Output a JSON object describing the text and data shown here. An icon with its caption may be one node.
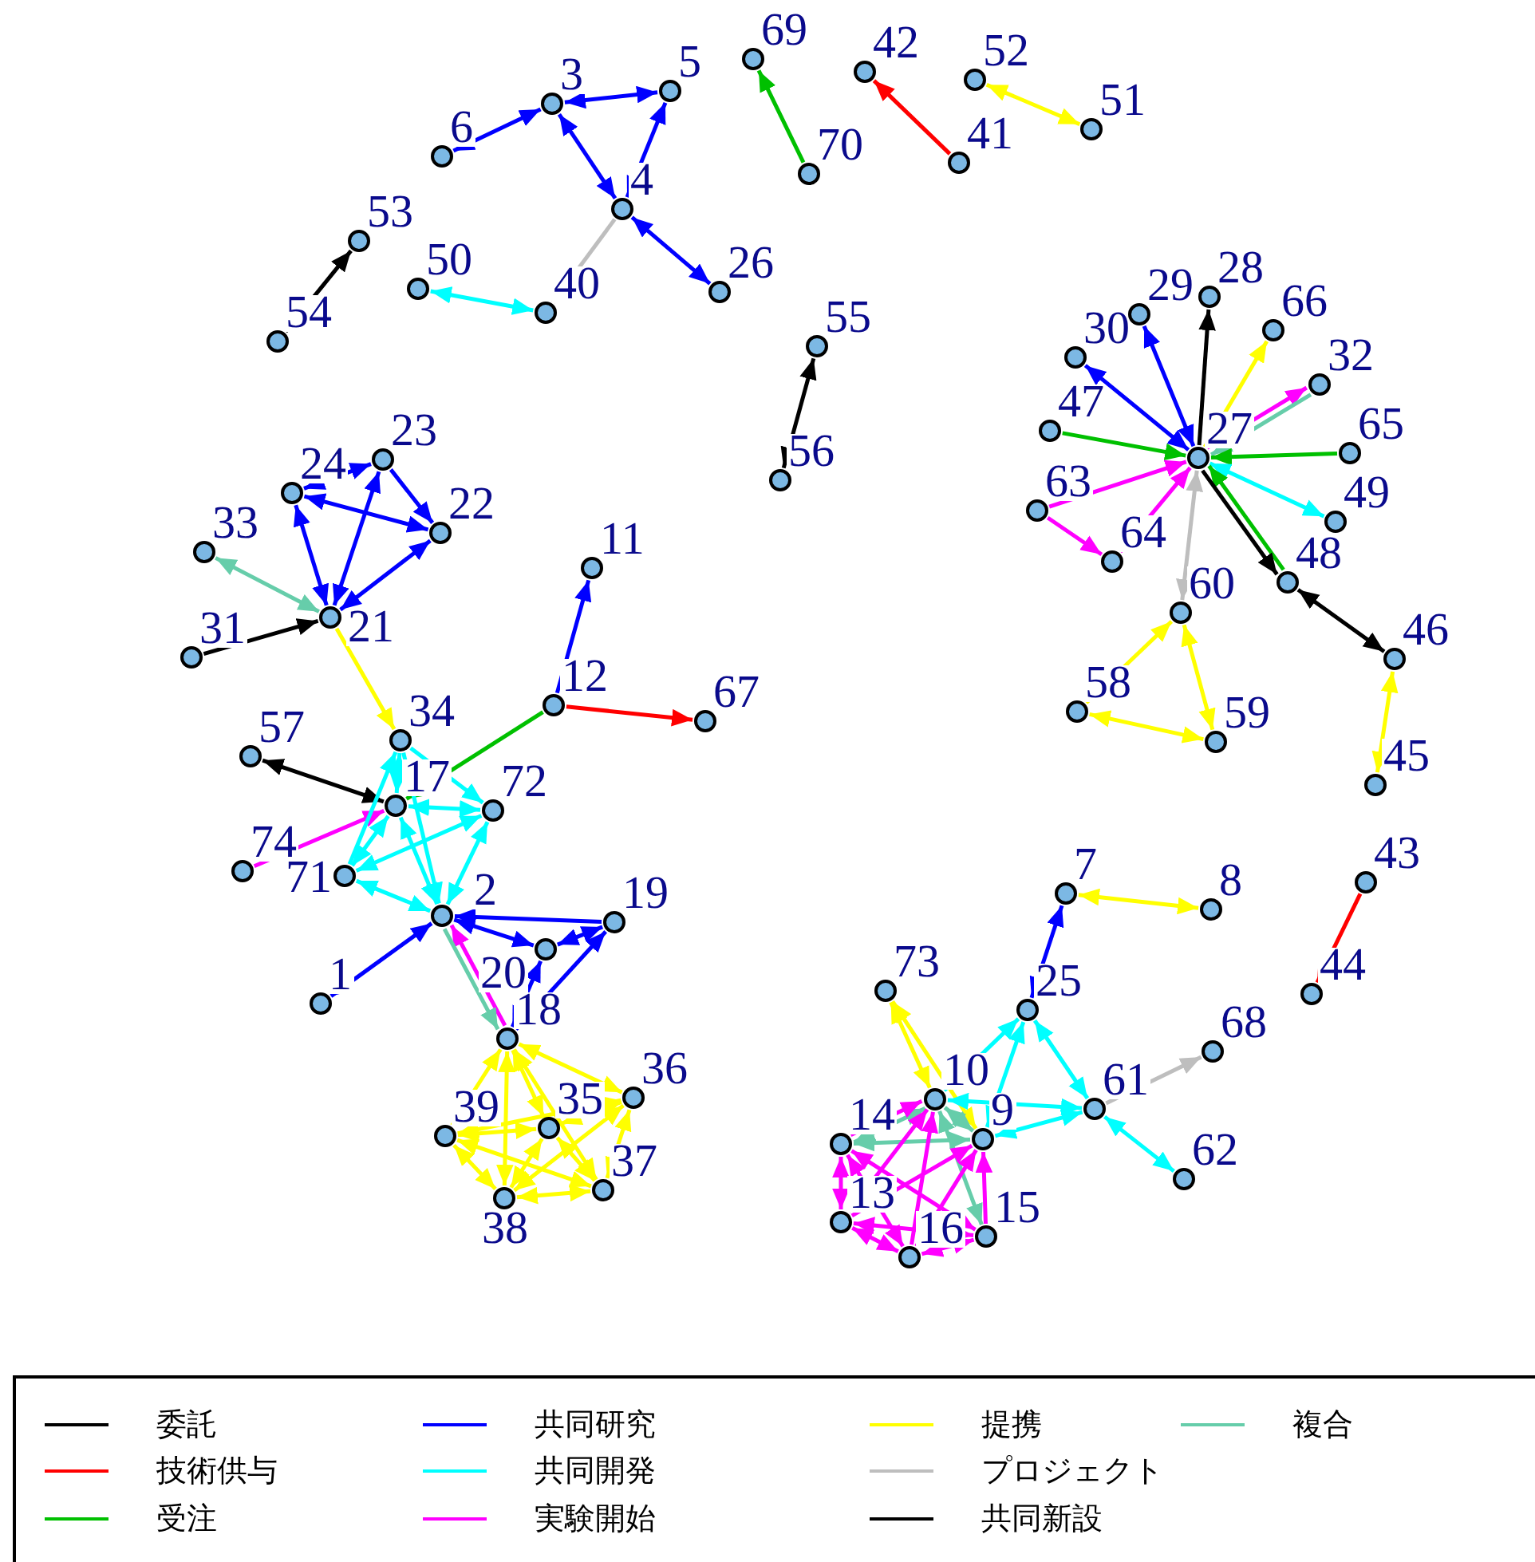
{
  "diagram": {
    "nodes": [
      {
        "text": [],
        "shape": "circle",
        "beside": [
          "1"
        ]
      },
      {
        "text": [],
        "shape": "circle",
        "beside": [
          "2"
        ]
      },
      {
        "text": [],
        "shape": "circle",
        "beside": [
          "3"
        ]
      },
      {
        "text": [],
        "shape": "circle",
        "beside": [
          "4"
        ]
      },
      {
        "text": [],
        "shape": "circle",
        "beside": [
          "5"
        ]
      },
      {
        "text": [],
        "shape": "circle",
        "beside": [
          "6"
        ]
      },
      {
        "text": [],
        "shape": "circle",
        "beside": [
          "7"
        ]
      },
      {
        "text": [],
        "shape": "circle",
        "beside": [
          "8"
        ]
      },
      {
        "text": [],
        "shape": "circle",
        "beside": [
          "9"
        ]
      },
      {
        "text": [],
        "shape": "circle",
        "beside": [
          "10"
        ]
      },
      {
        "text": [],
        "shape": "circle",
        "beside": [
          "11"
        ]
      },
      {
        "text": [],
        "shape": "circle",
        "beside": [
          "12"
        ]
      },
      {
        "text": [],
        "shape": "circle",
        "beside": [
          "13"
        ]
      },
      {
        "text": [],
        "shape": "circle",
        "beside": [
          "14"
        ]
      },
      {
        "text": [],
        "shape": "circle",
        "beside": [
          "15"
        ]
      },
      {
        "text": [],
        "shape": "circle",
        "beside": [
          "16"
        ]
      },
      {
        "text": [],
        "shape": "circle",
        "beside": [
          "17"
        ]
      },
      {
        "text": [],
        "shape": "circle",
        "beside": [
          "18"
        ]
      },
      {
        "text": [],
        "shape": "circle",
        "beside": [
          "19"
        ]
      },
      {
        "text": [],
        "shape": "circle",
        "beside": [
          "20"
        ]
      },
      {
        "text": [],
        "shape": "circle",
        "beside": [
          "21"
        ]
      },
      {
        "text": [],
        "shape": "circle",
        "beside": [
          "22"
        ]
      },
      {
        "text": [],
        "shape": "circle",
        "beside": [
          "23"
        ]
      },
      {
        "text": [],
        "shape": "circle",
        "beside": [
          "24"
        ]
      },
      {
        "text": [],
        "shape": "circle",
        "beside": [
          "25"
        ]
      },
      {
        "text": [],
        "shape": "circle",
        "beside": [
          "26"
        ]
      },
      {
        "text": [],
        "shape": "circle",
        "beside": [
          "27"
        ]
      },
      {
        "text": [],
        "shape": "circle",
        "beside": [
          "28"
        ]
      },
      {
        "text": [],
        "shape": "circle",
        "beside": [
          "29"
        ]
      },
      {
        "text": [],
        "shape": "circle",
        "beside": [
          "30"
        ]
      },
      {
        "text": [],
        "shape": "circle",
        "beside": [
          "31"
        ]
      },
      {
        "text": [],
        "shape": "circle",
        "beside": [
          "32"
        ]
      },
      {
        "text": [],
        "shape": "circle",
        "beside": [
          "33"
        ]
      },
      {
        "text": [],
        "shape": "circle",
        "beside": [
          "34"
        ]
      },
      {
        "text": [],
        "shape": "circle",
        "beside": [
          "35"
        ]
      },
      {
        "text": [],
        "shape": "circle",
        "beside": [
          "36"
        ]
      },
      {
        "text": [],
        "shape": "circle",
        "beside": [
          "37"
        ]
      },
      {
        "text": [],
        "shape": "circle",
        "beside": [
          "38"
        ]
      },
      {
        "text": [],
        "shape": "circle",
        "beside": [
          "39"
        ]
      },
      {
        "text": [],
        "shape": "circle",
        "beside": [
          "40"
        ]
      },
      {
        "text": [],
        "shape": "circle",
        "beside": [
          "41"
        ]
      },
      {
        "text": [],
        "shape": "circle",
        "beside": [
          "42"
        ]
      },
      {
        "text": [],
        "shape": "circle",
        "beside": [
          "43"
        ]
      },
      {
        "text": [],
        "shape": "circle",
        "beside": [
          "44"
        ]
      },
      {
        "text": [],
        "shape": "circle",
        "beside": [
          "45"
        ]
      },
      {
        "text": [],
        "shape": "circle",
        "beside": [
          "46"
        ]
      },
      {
        "text": [],
        "shape": "circle",
        "beside": [
          "47"
        ]
      },
      {
        "text": [],
        "shape": "circle",
        "beside": [
          "48"
        ]
      },
      {
        "text": [],
        "shape": "circle",
        "beside": [
          "49"
        ]
      },
      {
        "text": [],
        "shape": "circle",
        "beside": [
          "50"
        ]
      },
      {
        "text": [],
        "shape": "circle",
        "beside": [
          "51"
        ]
      },
      {
        "text": [],
        "shape": "circle",
        "beside": [
          "52"
        ]
      },
      {
        "text": [],
        "shape": "circle",
        "beside": [
          "53"
        ]
      },
      {
        "text": [],
        "shape": "circle",
        "beside": [
          "54"
        ]
      },
      {
        "text": [],
        "shape": "circle",
        "beside": [
          "55"
        ]
      },
      {
        "text": [],
        "shape": "circle",
        "beside": [
          "56"
        ]
      },
      {
        "text": [],
        "shape": "circle",
        "beside": [
          "57"
        ]
      },
      {
        "text": [],
        "shape": "circle",
        "beside": [
          "58"
        ]
      },
      {
        "text": [],
        "shape": "circle",
        "beside": [
          "59"
        ]
      },
      {
        "text": [],
        "shape": "circle",
        "beside": [
          "60"
        ]
      },
      {
        "text": [],
        "shape": "circle",
        "beside": [
          "61"
        ]
      },
      {
        "text": [],
        "shape": "circle",
        "beside": [
          "62"
        ]
      },
      {
        "text": [],
        "shape": "circle",
        "beside": [
          "63"
        ]
      },
      {
        "text": [],
        "shape": "circle",
        "beside": [
          "64"
        ]
      },
      {
        "text": [],
        "shape": "circle",
        "beside": [
          "65"
        ]
      },
      {
        "text": [],
        "shape": "circle",
        "beside": [
          "66"
        ]
      },
      {
        "text": [],
        "shape": "circle",
        "beside": [
          "67"
        ]
      },
      {
        "text": [],
        "shape": "circle",
        "beside": [
          "68"
        ]
      },
      {
        "text": [],
        "shape": "circle",
        "beside": [
          "69"
        ]
      },
      {
        "text": [],
        "shape": "circle",
        "beside": [
          "70"
        ]
      },
      {
        "text": [],
        "shape": "circle",
        "beside": [
          "71"
        ]
      },
      {
        "text": [],
        "shape": "circle",
        "beside": [
          "72"
        ]
      },
      {
        "text": [],
        "shape": "circle",
        "beside": [
          "73"
        ]
      },
      {
        "text": [],
        "shape": "circle",
        "beside": [
          "74"
        ]
      }
    ],
    "edges": [
      {
        "from": 2,
        "to": 5,
        "arrow": "both",
        "color": "#0000ff"
      },
      {
        "from": 2,
        "to": 4,
        "arrow": "both",
        "color": "#0000ff"
      },
      {
        "from": 2,
        "to": 3,
        "arrow": "both",
        "color": "#0000ff"
      },
      {
        "from": 4,
        "to": 3,
        "arrow": "both",
        "color": "#0000ff"
      },
      {
        "from": 3,
        "to": 25,
        "arrow": "both",
        "color": "#0000ff"
      },
      {
        "from": 3,
        "to": 39,
        "arrow": "to",
        "color": "#bebebe"
      },
      {
        "from": 49,
        "to": 39,
        "arrow": "both",
        "color": "#00ffff"
      },
      {
        "from": 52,
        "to": 53,
        "arrow": "both",
        "color": "#000000"
      },
      {
        "from": 69,
        "to": 68,
        "arrow": "to",
        "color": "#00c000"
      },
      {
        "from": 40,
        "to": 41,
        "arrow": "to",
        "color": "#ff0000"
      },
      {
        "from": 51,
        "to": 50,
        "arrow": "both"
      },
      {
        "from": 54,
        "to": 55,
        "arrow": "both",
        "color": "#000000"
      },
      {
        "from": 29,
        "to": 26,
        "arrow": "both",
        "color": "#0000ff"
      },
      {
        "from": 28,
        "to": 26,
        "arrow": "both",
        "color": "#0000ff"
      },
      {
        "from": 26,
        "to": 27,
        "arrow": "to",
        "color": "#000000"
      },
      {
        "from": 26,
        "to": 65,
        "arrow": "to"
      },
      {
        "from": 26,
        "to": 31,
        "arrow": "to",
        "color": "#ff00ff"
      },
      {
        "from": 31,
        "to": 26,
        "arrow": "to",
        "color": "#66cdaa"
      },
      {
        "from": 46,
        "to": 26,
        "arrow": "to",
        "color": "#00c000"
      },
      {
        "from": 64,
        "to": 26,
        "arrow": "to",
        "color": "#00c000"
      },
      {
        "from": 48,
        "to": 26,
        "arrow": "both",
        "color": "#00ffff"
      },
      {
        "from": 62,
        "to": 26,
        "arrow": "to",
        "color": "#ff00ff"
      },
      {
        "from": 63,
        "to": 26,
        "arrow": "both",
        "color": "#ff00ff"
      },
      {
        "from": 62,
        "to": 63,
        "arrow": "to",
        "color": "#ff00ff"
      },
      {
        "from": 59,
        "to": 26,
        "arrow": "both",
        "color": "#bebebe"
      },
      {
        "from": 47,
        "to": 26,
        "arrow": "to",
        "color": "#00c000"
      },
      {
        "from": 26,
        "to": 47,
        "arrow": "to",
        "color": "#000000"
      },
      {
        "from": 47,
        "to": 45,
        "arrow": "both",
        "color": "#000000"
      },
      {
        "from": 44,
        "to": 45,
        "arrow": "both"
      },
      {
        "from": 59,
        "to": 57,
        "arrow": "both"
      },
      {
        "from": 59,
        "to": 58,
        "arrow": "both"
      },
      {
        "from": 57,
        "to": 58,
        "arrow": "both"
      },
      {
        "from": 23,
        "to": 22,
        "arrow": "both",
        "color": "#0000ff"
      },
      {
        "from": 22,
        "to": 21,
        "arrow": "to",
        "color": "#0000ff"
      },
      {
        "from": 23,
        "to": 21,
        "arrow": "both",
        "color": "#0000ff"
      },
      {
        "from": 23,
        "to": 20,
        "arrow": "both",
        "color": "#0000ff"
      },
      {
        "from": 22,
        "to": 20,
        "arrow": "both",
        "color": "#0000ff"
      },
      {
        "from": 20,
        "to": 21,
        "arrow": "both",
        "color": "#0000ff"
      },
      {
        "from": 32,
        "to": 20,
        "arrow": "both",
        "color": "#66cdaa"
      },
      {
        "from": 30,
        "to": 20,
        "arrow": "to",
        "color": "#000000"
      },
      {
        "from": 20,
        "to": 33,
        "arrow": "to"
      },
      {
        "from": 11,
        "to": 10,
        "arrow": "to",
        "color": "#0000ff"
      },
      {
        "from": 11,
        "to": 66,
        "arrow": "to",
        "color": "#ff0000"
      },
      {
        "from": 11,
        "to": 16,
        "arrow": "to",
        "color": "#00c000"
      },
      {
        "from": 56,
        "to": 16,
        "arrow": "both",
        "color": "#000000"
      },
      {
        "from": 73,
        "to": 16,
        "arrow": "to",
        "color": "#ff00ff"
      },
      {
        "from": 16,
        "to": 33,
        "arrow": "both",
        "color": "#00ffff"
      },
      {
        "from": 33,
        "to": 71,
        "arrow": "to",
        "color": "#00ffff"
      },
      {
        "from": 16,
        "to": 71,
        "arrow": "both",
        "color": "#00ffff"
      },
      {
        "from": 16,
        "to": 70,
        "arrow": "both",
        "color": "#00ffff"
      },
      {
        "from": 16,
        "to": 1,
        "arrow": "both",
        "color": "#00ffff"
      },
      {
        "from": 70,
        "to": 71,
        "arrow": "both",
        "color": "#00ffff"
      },
      {
        "from": 70,
        "to": 1,
        "arrow": "both",
        "color": "#00ffff"
      },
      {
        "from": 71,
        "to": 1,
        "arrow": "both",
        "color": "#00ffff"
      },
      {
        "from": 33,
        "to": 1,
        "arrow": "to",
        "color": "#00ffff"
      },
      {
        "from": 70,
        "to": 33,
        "arrow": "to",
        "color": "#00ffff"
      },
      {
        "from": 0,
        "to": 1,
        "arrow": "both",
        "color": "#0000ff"
      },
      {
        "from": 19,
        "to": 1,
        "arrow": "both",
        "color": "#0000ff"
      },
      {
        "from": 18,
        "to": 1,
        "arrow": "to",
        "color": "#0000ff"
      },
      {
        "from": 17,
        "to": 19,
        "arrow": "both",
        "color": "#0000ff"
      },
      {
        "from": 17,
        "to": 18,
        "arrow": "to",
        "color": "#0000ff"
      },
      {
        "from": 19,
        "to": 18,
        "arrow": "both",
        "color": "#0000ff"
      },
      {
        "from": 17,
        "to": 1,
        "arrow": "to",
        "color": "#ff00ff"
      },
      {
        "from": 1,
        "to": 17,
        "arrow": "to",
        "color": "#66cdaa"
      },
      {
        "from": 17,
        "to": 38,
        "arrow": "both"
      },
      {
        "from": 17,
        "to": 34,
        "arrow": "both"
      },
      {
        "from": 17,
        "to": 35,
        "arrow": "both"
      },
      {
        "from": 17,
        "to": 37,
        "arrow": "both"
      },
      {
        "from": 17,
        "to": 36,
        "arrow": "both"
      },
      {
        "from": 38,
        "to": 34,
        "arrow": "both"
      },
      {
        "from": 38,
        "to": 37,
        "arrow": "both"
      },
      {
        "from": 38,
        "to": 36,
        "arrow": "both"
      },
      {
        "from": 38,
        "to": 35,
        "arrow": "both"
      },
      {
        "from": 34,
        "to": 37,
        "arrow": "both"
      },
      {
        "from": 34,
        "to": 36,
        "arrow": "both"
      },
      {
        "from": 34,
        "to": 35,
        "arrow": "both"
      },
      {
        "from": 35,
        "to": 36,
        "arrow": "both"
      },
      {
        "from": 37,
        "to": 36,
        "arrow": "both"
      },
      {
        "from": 35,
        "to": 37,
        "arrow": "both"
      },
      {
        "from": 6,
        "to": 24,
        "arrow": "both",
        "color": "#0000ff"
      },
      {
        "from": 6,
        "to": 7,
        "arrow": "both"
      },
      {
        "from": 42,
        "to": 43,
        "arrow": "to",
        "color": "#ff0000"
      },
      {
        "from": 72,
        "to": 9,
        "arrow": "both"
      },
      {
        "from": 72,
        "to": 8,
        "arrow": "both"
      },
      {
        "from": 9,
        "to": 24,
        "arrow": "both",
        "color": "#00ffff"
      },
      {
        "from": 8,
        "to": 24,
        "arrow": "both",
        "color": "#00ffff"
      },
      {
        "from": 24,
        "to": 60,
        "arrow": "both",
        "color": "#00ffff"
      },
      {
        "from": 9,
        "to": 60,
        "arrow": "both",
        "color": "#00ffff"
      },
      {
        "from": 8,
        "to": 60,
        "arrow": "both",
        "color": "#00ffff"
      },
      {
        "from": 60,
        "to": 67,
        "arrow": "to",
        "color": "#bebebe"
      },
      {
        "from": 60,
        "to": 61,
        "arrow": "both",
        "color": "#00ffff"
      },
      {
        "from": 13,
        "to": 9,
        "arrow": "both",
        "color": "#66cdaa"
      },
      {
        "from": 13,
        "to": 8,
        "arrow": "both",
        "color": "#66cdaa"
      },
      {
        "from": 9,
        "to": 8,
        "arrow": "both",
        "color": "#66cdaa"
      },
      {
        "from": 9,
        "to": 14,
        "arrow": "both",
        "color": "#66cdaa"
      },
      {
        "from": 13,
        "to": 9,
        "arrow": "to",
        "color": "#ff00ff"
      },
      {
        "from": 12,
        "to": 9,
        "arrow": "to",
        "color": "#ff00ff"
      },
      {
        "from": 15,
        "to": 9,
        "arrow": "to",
        "color": "#ff00ff"
      },
      {
        "from": 12,
        "to": 8,
        "arrow": "to",
        "color": "#ff00ff"
      },
      {
        "from": 15,
        "to": 8,
        "arrow": "to",
        "color": "#ff00ff"
      },
      {
        "from": 14,
        "to": 8,
        "arrow": "to",
        "color": "#ff00ff"
      },
      {
        "from": 13,
        "to": 12,
        "arrow": "both",
        "color": "#ff00ff"
      },
      {
        "from": 13,
        "to": 15,
        "arrow": "both",
        "color": "#ff00ff"
      },
      {
        "from": 13,
        "to": 14,
        "arrow": "both",
        "color": "#ff00ff"
      },
      {
        "from": 12,
        "to": 15,
        "arrow": "both",
        "color": "#ff00ff"
      },
      {
        "from": 12,
        "to": 14,
        "arrow": "both",
        "color": "#ff00ff"
      },
      {
        "from": 15,
        "to": 14,
        "arrow": "both",
        "color": "#ff00ff"
      }
    ],
    "legend": [
      {
        "text": "委託",
        "color": "#000000"
      },
      {
        "text": "技術供与",
        "color": "#ff0000"
      },
      {
        "text": "受注",
        "color": "#00c000"
      },
      {
        "text": "共同研究",
        "color": "#0000ff"
      },
      {
        "text": "共同開発",
        "color": "#00ffff"
      },
      {
        "text": "実験開始",
        "color": "#ff00ff"
      },
      {
        "text": "提携",
        "color": "#ffff00"
      },
      {
        "text": "プロジェクト",
        "color": "#bebebe"
      },
      {
        "text": "共同新設",
        "color": "#000000"
      },
      {
        "text": "複合",
        "color": "#66cdaa"
      }
    ]
  }
}
